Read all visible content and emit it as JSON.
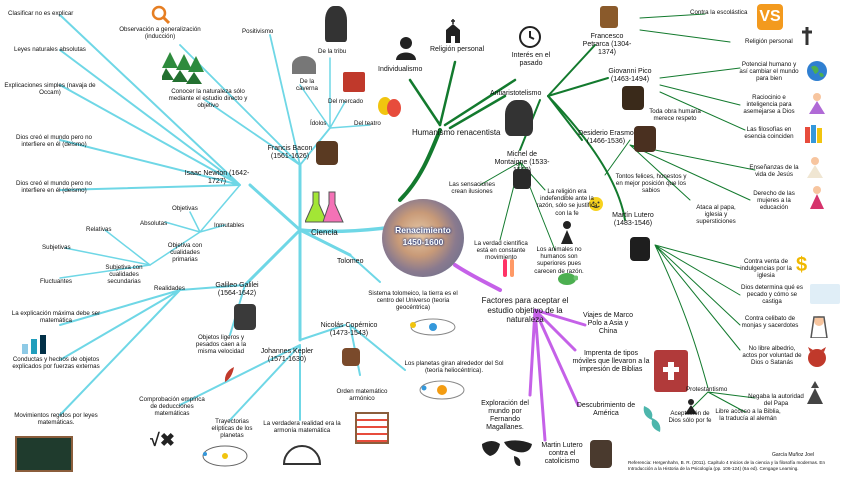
{
  "center": {
    "title": "Renacimiento",
    "years": "1450-1600"
  },
  "branches": {
    "humanismo": "Humanismo renacentista",
    "ciencia": "Ciencia",
    "factores": "Factores para aceptar el estudio objetivo de la naturaleza"
  },
  "humanismo": {
    "individualismo": "Individualismo",
    "religion_personal": "Religión personal",
    "interes_pasado": "Interés en el pasado",
    "antiaristotelismo": "Antiaristotelismo",
    "petrarca": "Francesco Petrarca (1304-1374)",
    "petrarca_items": [
      "Contra la escolástica",
      "Religión personal"
    ],
    "pico": "Giovanni Pico (1463-1494)",
    "pico_items": [
      "Potencial humano y así cambiar el mundo para bien",
      "Raciocinio e inteligencia para asemejarse a Dios",
      "Las filosofías en esencia coinciden"
    ],
    "toda_obra": "Toda obra humana merece respeto",
    "erasmo": "Desiderio Erasmo (1466-1536)",
    "erasmo_items": [
      "Tontos felices, honestos y en mejor posición que los sabios",
      "Ataca al papa, iglesia y supersticiones",
      "Enseñanzas de la vida de Jesús",
      "Derecho de las mujeres a la educación"
    ],
    "montaigne": "Michel de Montaigne (1533-1592)",
    "montaigne_items": [
      "Las sensaciones crean ilusiones",
      "La religión era indefendible ante la razón, sólo se justifica con la fe",
      "La verdad científica está en constante movimiento",
      "Los animales no humanos son superiores pues carecen de razón."
    ],
    "lutero": "Martín Lutero (1483-1546)",
    "lutero_items": [
      "Contra venta de indulgencias por la iglesia",
      "Dios determina qué es pecado y cómo se castiga",
      "Contra celibato de monjas y sacerdotes",
      "No libre albedrio, actos por voluntad de Dios o Satanás"
    ],
    "protestantismo": "Protestantismo",
    "protestantismo_items": [
      "Negaba la autoridad del Papa",
      "Aceptación de Dios sólo por fe",
      "Libre acceso a la Biblia, la traducía al alemán"
    ]
  },
  "ciencia": {
    "newton": "Isaac Newton (1642-1727)",
    "newton_items": [
      "Clasificar no es explicar",
      "Leyes naturales absolutas",
      "Explicaciones simples (navaja de Occam)",
      "Dios creó el mundo pero no interfiere en él (deísmo)",
      "Dios creó el mundo pero no interfiere en él (deísmo)"
    ],
    "bacon": "Francis Bacon (1561-1626)",
    "bacon_items": [
      "Observación a generalización (inducción)",
      "Positivismo",
      "Conocer la naturaleza sólo mediante el estudio directo y objetivo",
      "Ídolos"
    ],
    "idolos": [
      "De la tribu",
      "De la caverna",
      "Del mercado",
      "Del teatro"
    ],
    "galileo": "Galileo Galilei (1564-1642)",
    "objetiva": "Objetiva con cualidades primarias",
    "objetiva_items": [
      "Objetivas",
      "Absolutas",
      "Inmutables"
    ],
    "subjetiva": "Subjetiva con cualidades secundarias",
    "subjetiva_items": [
      "Relativas",
      "Subjetivas",
      "Fluctuantes"
    ],
    "realidades": "Realidades",
    "objetos_ligeros": "Objetos ligeros y pesados caen a la misma velocidad",
    "galileo_left": [
      "La explicación máxima debe ser matemática",
      "Conductas y hechos de objetos explicados por fuerzas externas",
      "Movimientos regidos por leyes matemáticas."
    ],
    "kepler": "Johannes Kepler (1571-1630)",
    "kepler_items": [
      "Comprobación empírica de deducciones matemáticas",
      "Trayectorias elípticas de los planetas",
      "La verdadera realidad era la armonía matemática"
    ],
    "tolomeo": "Tolomeo",
    "sistema_tolomeico": "Sistema tolomeico, la tierra es el centro del Universo (teoria geocéntrica)",
    "copernico": "Nicolás Copérnico (1473-1543)",
    "copernico_items": [
      "Los planetas giran alrededor del Sol (teoría heliocéntrica).",
      "Orden matemático armónico"
    ]
  },
  "factores": {
    "items": [
      "Viajes de Marco Polo a Asia y China",
      "Imprenta de tipos móviles que llevaron a la impresión de Biblias",
      "Descubrimiento de América",
      "Exploración del mundo por Fernando Magallanes.",
      "Martin Lutero contra el catolicismo"
    ]
  },
  "credits": {
    "author": "García Muñoz Joel",
    "reference": "Referencia: Hergenhahn, B. R. (2011). Capítulo 4 Inicios de la ciencia y la filosofía modernas. En Introducción a la Historia de la Psicología (pp. 106-124) (6a ed). Cengage Learning."
  },
  "colors": {
    "cyan": "#6fd7e6",
    "green": "#137a2e",
    "purple": "#c561e8",
    "center_text": "#ffffff"
  },
  "icons": [
    "user-icon",
    "church-icon",
    "clock-icon",
    "versus-icon",
    "cross-icon",
    "globe-icon",
    "forest-icon",
    "flask-icon",
    "theater-masks-icon",
    "dollar-icon",
    "devil-icon",
    "book-icon",
    "map-icon",
    "abacus-icon",
    "protractor-icon",
    "sqrt-x-icon",
    "turtle-icon",
    "planet-orbit-icon",
    "smiley-icon"
  ]
}
